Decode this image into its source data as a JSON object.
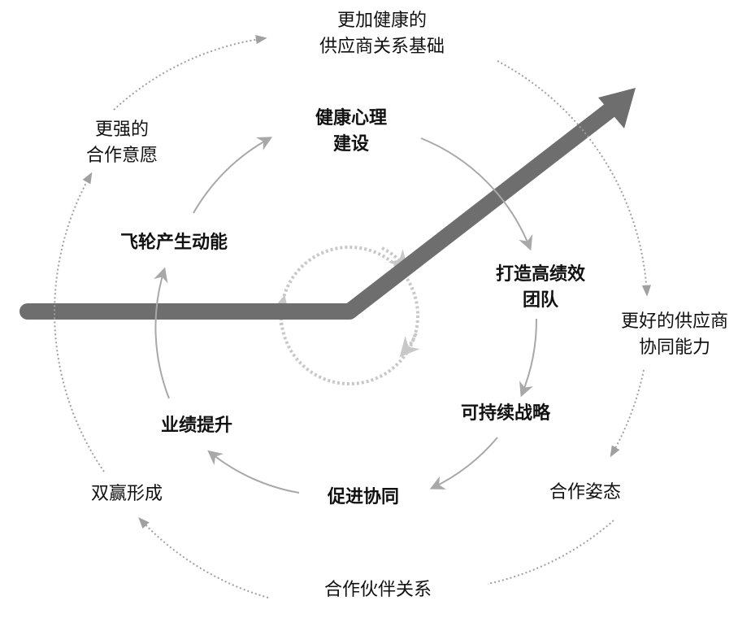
{
  "inner_cycle": [
    {
      "line1": "健康心理",
      "line2": "建设"
    },
    {
      "line1": "打造高绩效",
      "line2": "团队"
    },
    {
      "line1": "可持续战略",
      "line2": ""
    },
    {
      "line1": "促进协同",
      "line2": ""
    },
    {
      "line1": "业绩提升",
      "line2": ""
    },
    {
      "line1": "飞轮产生动能",
      "line2": ""
    }
  ],
  "outer_cycle": [
    {
      "line1": "更加健康的",
      "line2": "供应商关系基础"
    },
    {
      "line1": "更好的供应商",
      "line2": "协同能力"
    },
    {
      "line1": "合作姿态",
      "line2": ""
    },
    {
      "line1": "合作伙伴关系",
      "line2": ""
    },
    {
      "line1": "双赢形成",
      "line2": ""
    },
    {
      "line1": "更强的",
      "line2": "合作意愿"
    }
  ],
  "colors": {
    "growth_arrow": "#6e6e6e",
    "inner_arrow": "#a8a8a8",
    "outer_dots": "#a0a0a0",
    "center_dots": "#c8c8c8"
  }
}
